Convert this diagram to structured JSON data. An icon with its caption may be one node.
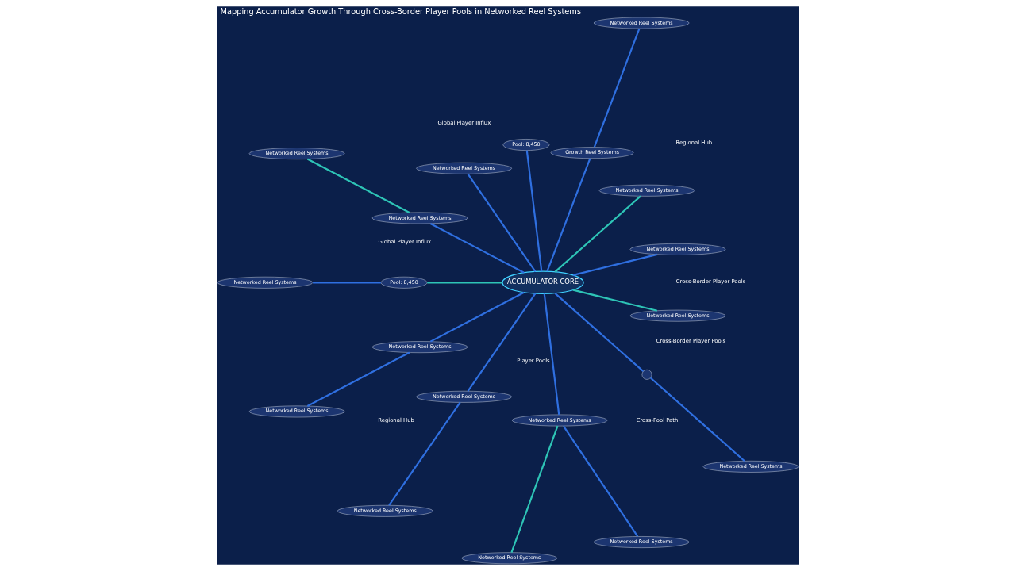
{
  "diagram": {
    "title": "Mapping Accumulator Growth Through Cross-Border Player Pools in Networked Reel Systems",
    "nodes": [
      {
        "text": [
          "ACCUMULATOR CORE"
        ]
      },
      {
        "text": [
          "Networked Reel Systems"
        ]
      },
      {
        "text": [
          "Networked Reel Systems"
        ]
      },
      {
        "text": [
          "Networked Reel Systems"
        ]
      },
      {
        "text": [
          "Growth Reel Systems"
        ]
      },
      {
        "text": [
          "Pool: 8,450"
        ]
      },
      {
        "text": [
          "Networked Reel Systems"
        ]
      },
      {
        "text": [
          "Networked Reel Systems"
        ]
      },
      {
        "text": [
          "Networked Reel Systems"
        ]
      },
      {
        "text": [
          "Networked Reel Systems"
        ]
      },
      {
        "text": [
          "Pool: 8,450"
        ]
      },
      {
        "text": [
          "Networked Reel Systems"
        ]
      },
      {
        "text": [
          "Networked Reel Systems"
        ]
      },
      {
        "text": [
          "Networked Reel Systems"
        ]
      },
      {
        "text": [
          "Networked Reel Systems"
        ]
      },
      {
        "text": [
          "Networked Reel Systems"
        ]
      },
      {
        "text": [
          "Networked Reel Systems"
        ]
      },
      {
        "text": [
          "Networked Reel Systems"
        ]
      },
      {
        "text": [],
        "shape": "circle"
      },
      {
        "text": [
          "Networked Reel Systems"
        ]
      },
      {
        "text": [
          "Networked Reel Systems"
        ]
      }
    ],
    "edges": [
      {
        "from": 1,
        "to": 0,
        "arrow": "none"
      },
      {
        "from": 2,
        "to": 4,
        "arrow": "none"
      },
      {
        "from": 4,
        "to": 0,
        "arrow": "none"
      },
      {
        "from": 3,
        "to": 0,
        "arrow": "none",
        "color": "#2ec4b6"
      },
      {
        "from": 5,
        "to": 0,
        "arrow": "none"
      },
      {
        "from": 6,
        "to": 0,
        "arrow": "none"
      },
      {
        "from": 7,
        "to": 0,
        "arrow": "none"
      },
      {
        "from": 7,
        "to": 8,
        "arrow": "none",
        "color": "#2ec4b6"
      },
      {
        "from": 9,
        "to": 10,
        "arrow": "none"
      },
      {
        "from": 10,
        "to": 0,
        "arrow": "none",
        "color": "#2ec4b6"
      },
      {
        "from": 11,
        "to": 0,
        "arrow": "none"
      },
      {
        "from": 11,
        "to": 12,
        "arrow": "none"
      },
      {
        "from": 13,
        "to": 0,
        "arrow": "none"
      },
      {
        "from": 14,
        "to": 13,
        "arrow": "none"
      },
      {
        "from": 15,
        "to": 0,
        "arrow": "none"
      },
      {
        "from": 15,
        "to": 16,
        "arrow": "none",
        "color": "#2ec4b6"
      },
      {
        "from": 15,
        "to": 17,
        "arrow": "none"
      },
      {
        "from": 18,
        "to": 0,
        "arrow": "none"
      },
      {
        "from": 18,
        "to": 19,
        "arrow": "none"
      },
      {
        "from": 20,
        "to": 0,
        "arrow": "none",
        "color": "#2ec4b6"
      }
    ],
    "labels": [
      "Cross-Pool Path",
      "Global Player Influx",
      "Cross-Border Player Pools",
      "Cross-Border Player Pools",
      "Regional Hub",
      "Player Pools",
      "Regional Hub",
      "Global Player Influx"
    ]
  }
}
